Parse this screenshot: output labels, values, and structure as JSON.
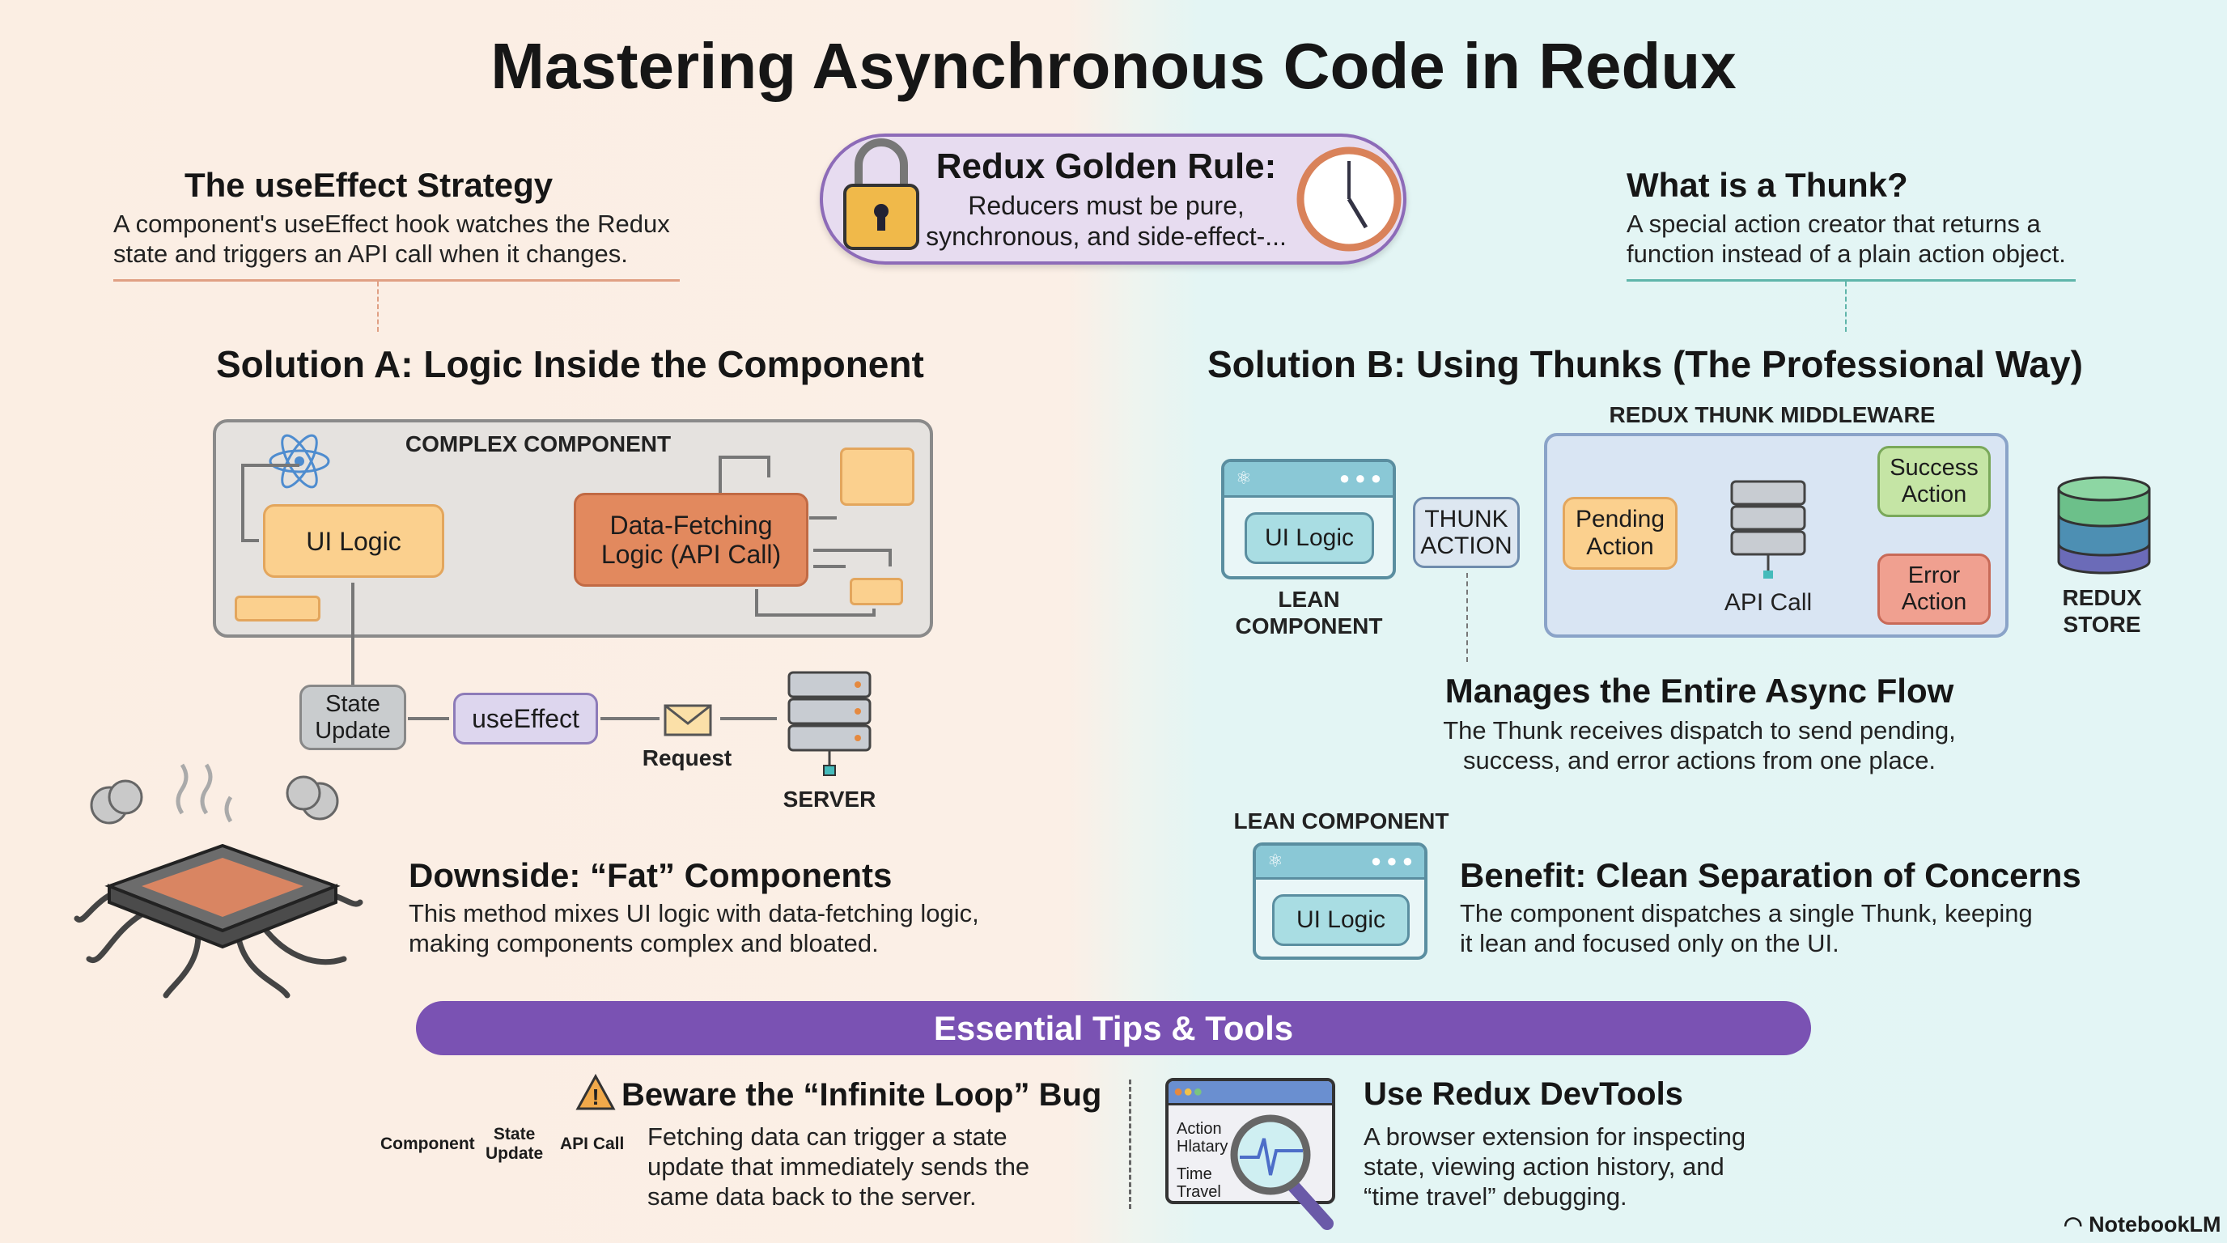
{
  "title": "Mastering Asynchronous Code in Redux",
  "golden_rule": {
    "heading": "Redux Golden Rule:",
    "line1": "Reducers must be pure,",
    "line2": "synchronous, and side-effect-..."
  },
  "use_effect_strategy": {
    "heading": "The useEffect Strategy",
    "line1": "A component's useEffect hook watches the Redux",
    "line2": "state and triggers an API call when it changes."
  },
  "thunk_def": {
    "heading": "What is a Thunk?",
    "line1": "A special action creator that returns a",
    "line2": "function instead of a plain action object."
  },
  "solution_a": {
    "heading": "Solution A: Logic Inside the Component",
    "container_label": "COMPLEX COMPONENT",
    "ui_logic": "UI Logic",
    "data_fetching_1": "Data-Fetching",
    "data_fetching_2": "Logic (API Call)",
    "state_update_1": "State",
    "state_update_2": "Update",
    "use_effect": "useEffect",
    "request": "Request",
    "server": "SERVER"
  },
  "downside": {
    "heading": "Downside: “Fat” Components",
    "line1": "This method mixes UI logic with data-fetching logic,",
    "line2": "making components complex and bloated."
  },
  "solution_b": {
    "heading": "Solution B: Using Thunks (The Professional Way)",
    "ui_logic": "UI Logic",
    "lean_component_1": "LEAN",
    "lean_component_2": "COMPONENT",
    "thunk_action_1": "THUNK",
    "thunk_action_2": "ACTION",
    "middleware_label": "REDUX THUNK MIDDLEWARE",
    "pending_1": "Pending",
    "pending_2": "Action",
    "api_call": "API Call",
    "success_1": "Success",
    "success_2": "Action",
    "error_1": "Error",
    "error_2": "Action",
    "store_1": "REDUX",
    "store_2": "STORE"
  },
  "manages": {
    "heading": "Manages the Entire Async Flow",
    "line1": "The Thunk receives dispatch to send pending,",
    "line2": "success, and error actions from one place."
  },
  "benefit": {
    "card_label": "LEAN COMPONENT",
    "ui_logic": "UI Logic",
    "heading": "Benefit: Clean Separation of Concerns",
    "line1": "The component dispatches a single Thunk, keeping",
    "line2": "it lean and focused only on the UI."
  },
  "tips": {
    "banner": "Essential Tips & Tools",
    "bug": {
      "heading": "Beware the “Infinite Loop” Bug",
      "loop_component": "Component",
      "loop_state_1": "State",
      "loop_state_2": "Update",
      "loop_api": "API Call",
      "line1": "Fetching data can trigger a state",
      "line2": "update that immediately sends the",
      "line3": "same data back to the server."
    },
    "devtools": {
      "heading": "Use Redux DevTools",
      "icon_action_1": "Action",
      "icon_action_2": "Hlatary",
      "icon_time_1": "Time",
      "icon_time_2": "Travel",
      "line1": "A browser extension for inspecting",
      "line2": "state, viewing action history, and",
      "line3": "“time travel” debugging."
    }
  },
  "brand": "NotebookLM",
  "colors": {
    "purple": "#7a52b3",
    "orange_box": "#e2895e",
    "yellow_box": "#fbd08e",
    "teal_box": "#a9dde3",
    "green_box": "#c5e5a5",
    "red_box": "#f0a090"
  }
}
